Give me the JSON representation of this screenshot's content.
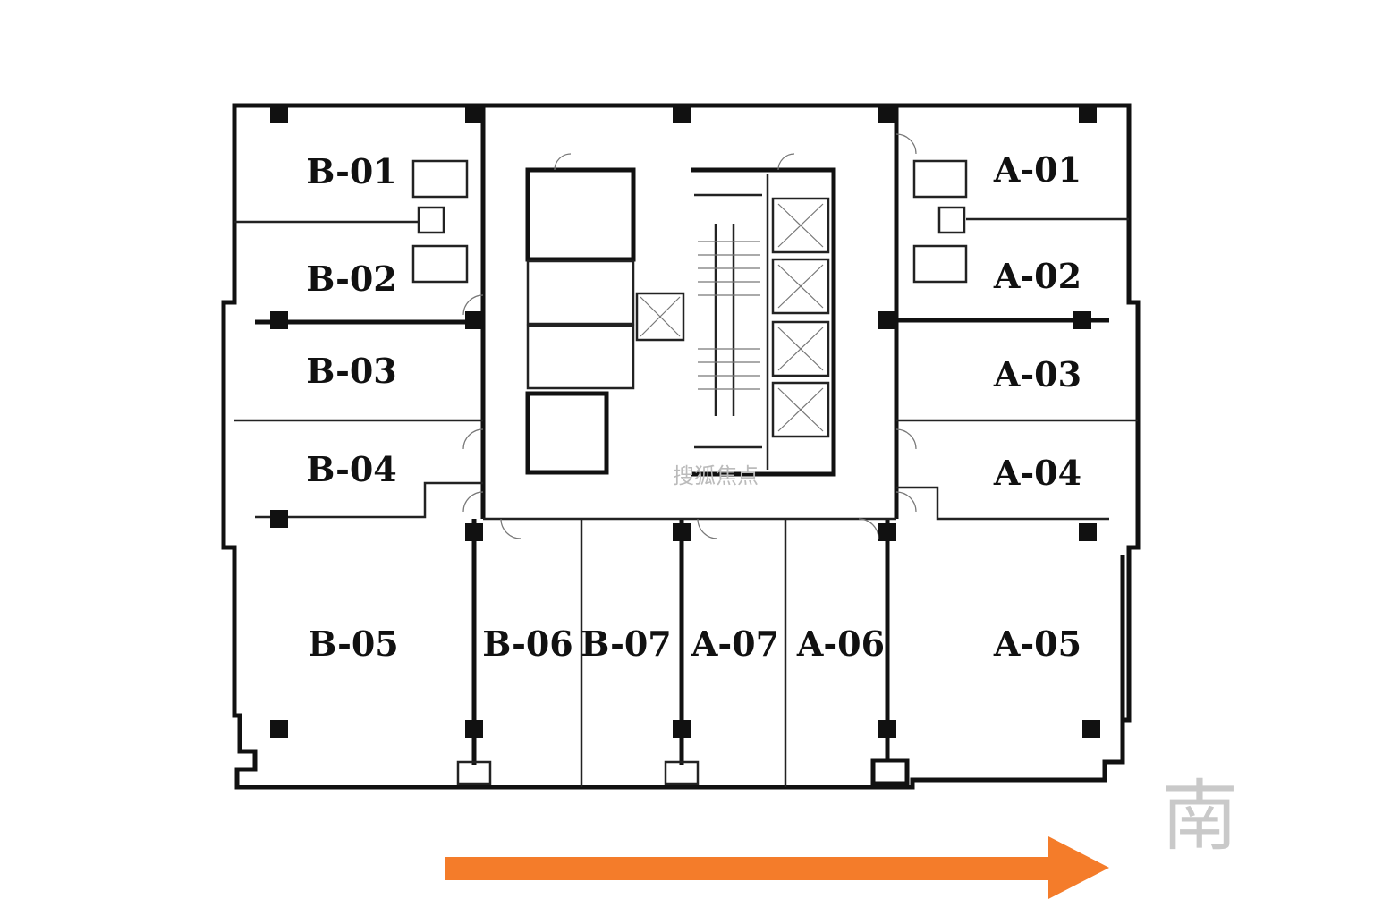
{
  "rooms": {
    "b01": "B-01",
    "b02": "B-02",
    "b03": "B-03",
    "b04": "B-04",
    "b05": "B-05",
    "b06": "B-06",
    "b07": "B-07",
    "a07": "A-07",
    "a06": "A-06",
    "a05": "A-05",
    "a04": "A-04",
    "a03": "A-03",
    "a02": "A-02",
    "a01": "A-01"
  },
  "compass": {
    "label": "南"
  },
  "watermark": "搜狐焦点",
  "arrow": {
    "color": "#f47c2a",
    "direction": "right"
  }
}
